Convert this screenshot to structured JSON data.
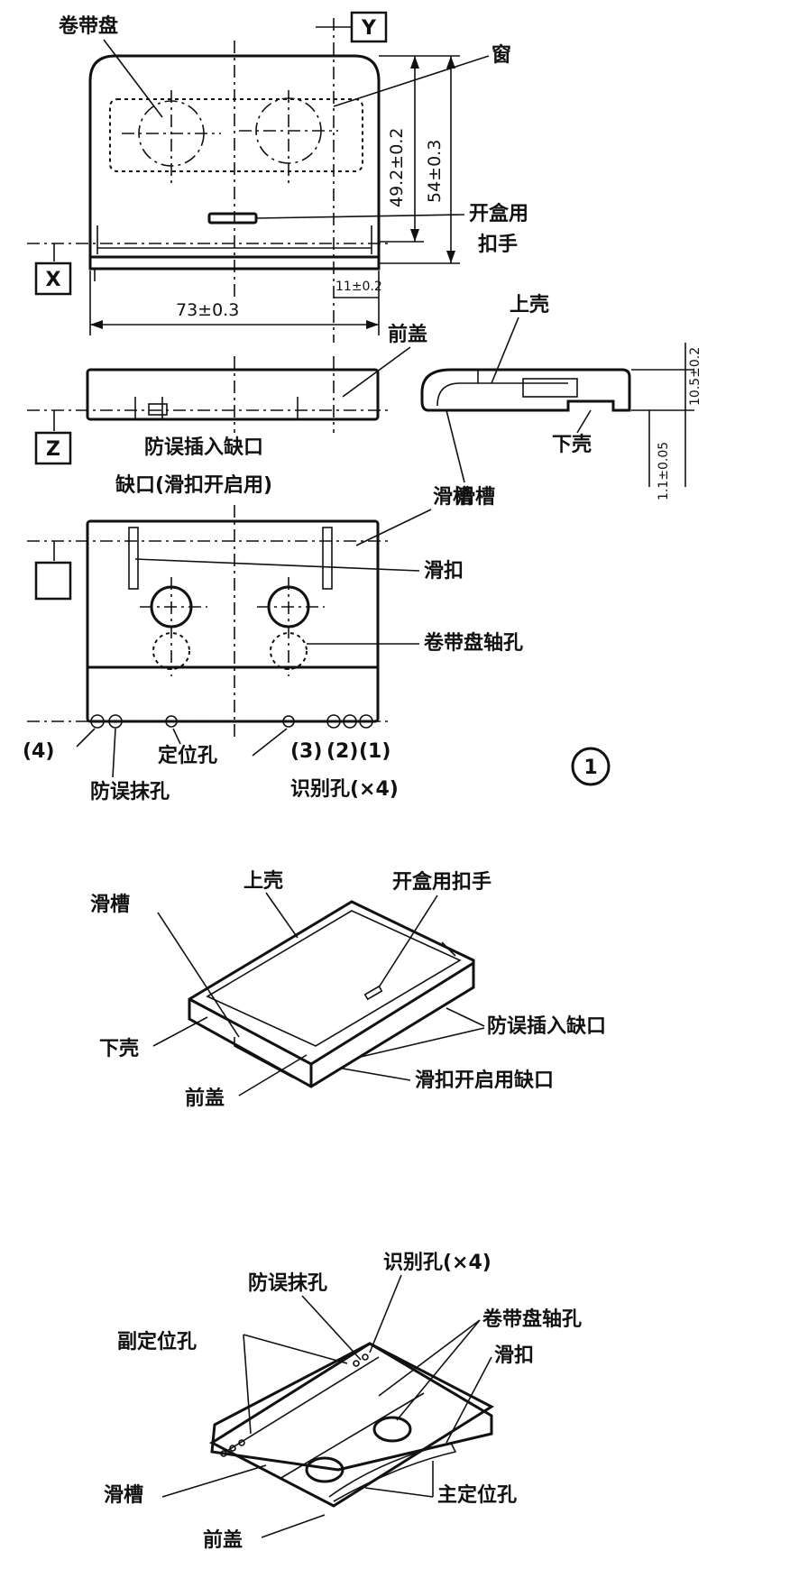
{
  "views": {
    "top": {
      "label_reel": "卷带盘",
      "label_window": "窗",
      "label_grip_line1": "开盒用",
      "label_grip_line2": "扣手",
      "ref_y": "Y",
      "ref_x": "X",
      "dim_width": "73±0.3",
      "dim_h1": "49.2±0.2",
      "dim_h2": "54±0.3",
      "dim_small": "11±0.2"
    },
    "front": {
      "label_front_cover": "前盖",
      "label_notch": "防误插入缺口",
      "ref_z": "Z"
    },
    "side": {
      "label_upper": "上壳",
      "label_lower": "下壳",
      "label_groove": "滑槽",
      "dim_thick": "10.5±0.2",
      "dim_small": "1.1±0.05"
    },
    "bottom": {
      "label_slide_notch": "缺口(滑扣开启用)",
      "label_groove": "滑槽",
      "label_slider": "滑扣",
      "label_spindle": "卷带盘轴孔",
      "label_locating": "定位孔",
      "label_erase": "防误抹孔",
      "label_ident": "识别孔(×4)",
      "hole_4": "(4)",
      "hole_3": "(3)",
      "hole_2": "(2)",
      "hole_1": "(1)",
      "figure_number": "1"
    }
  },
  "iso_top": {
    "label_upper": "上壳",
    "label_grip": "开盒用扣手",
    "label_groove": "滑槽",
    "label_lower": "下壳",
    "label_front": "前盖",
    "label_notch": "防误插入缺口",
    "label_slide_notch": "滑扣开启用缺口"
  },
  "iso_bottom": {
    "label_erase": "防误抹孔",
    "label_ident": "识别孔(×4)",
    "label_sub_locating": "副定位孔",
    "label_spindle": "卷带盘轴孔",
    "label_slider": "滑扣",
    "label_groove": "滑槽",
    "label_main_locating": "主定位孔",
    "label_front": "前盖"
  }
}
